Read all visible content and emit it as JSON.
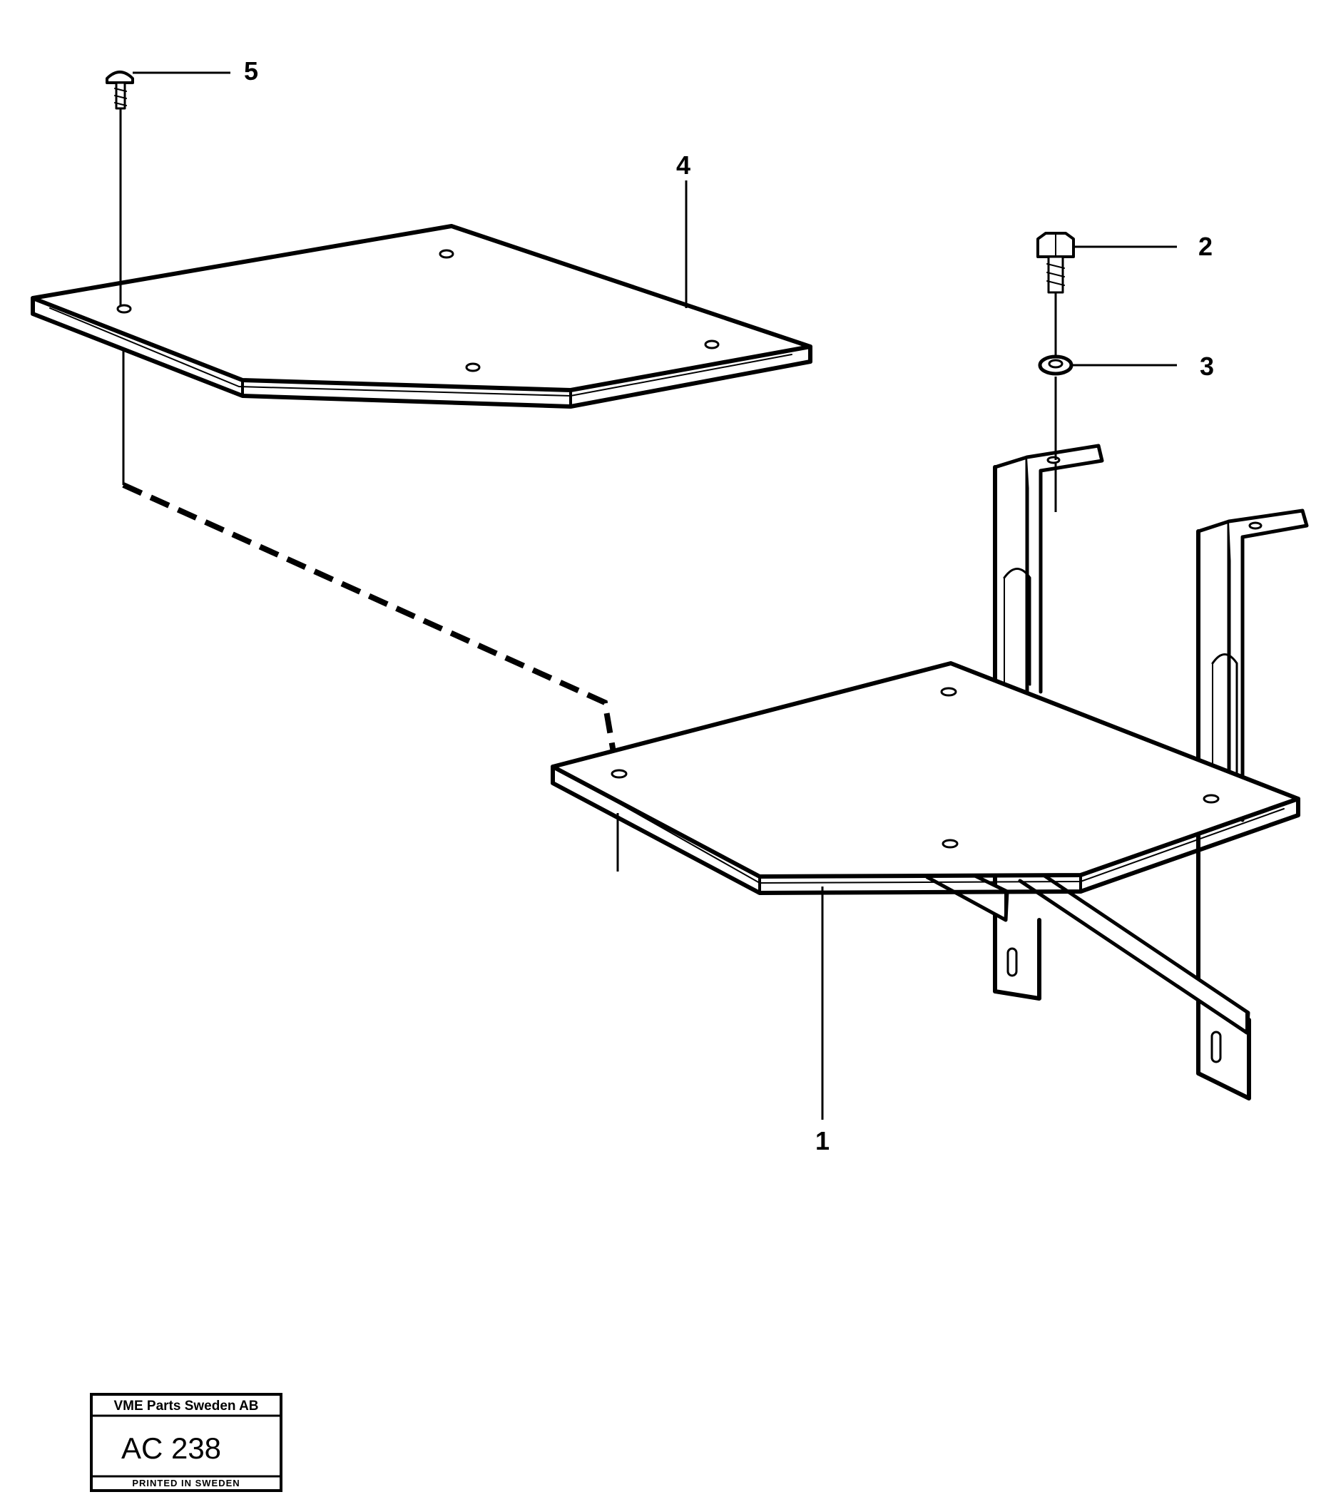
{
  "callouts": {
    "c1": "1",
    "c2": "2",
    "c3": "3",
    "c4": "4",
    "c5": "5"
  },
  "stamp": {
    "company": "VME Parts Sweden AB",
    "code": "AC 238",
    "printed": "PRINTED IN SWEDEN"
  },
  "colors": {
    "ink": "#000000",
    "paper": "#ffffff"
  }
}
